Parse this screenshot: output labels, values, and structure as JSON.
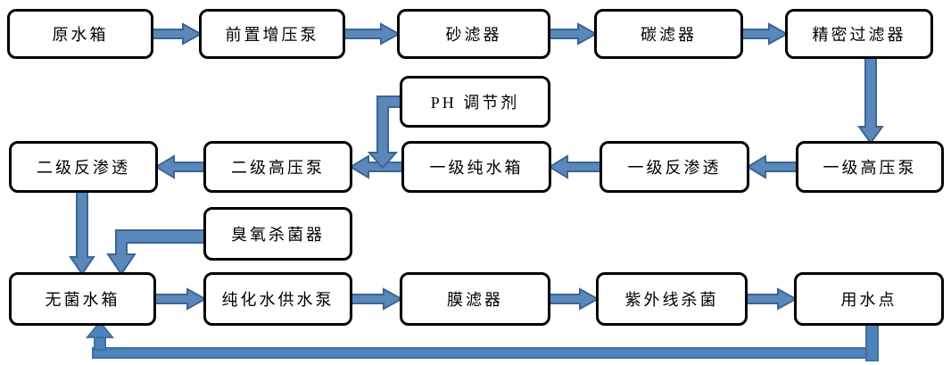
{
  "diagram": {
    "type": "flowchart",
    "nodes": [
      {
        "id": "raw-water-tank",
        "label": "原水箱"
      },
      {
        "id": "pre-booster-pump",
        "label": "前置增压泵"
      },
      {
        "id": "sand-filter",
        "label": "砂滤器"
      },
      {
        "id": "carbon-filter",
        "label": "碳滤器"
      },
      {
        "id": "precision-filter",
        "label": "精密过滤器"
      },
      {
        "id": "ph-adjuster",
        "label": "PH 调节剂"
      },
      {
        "id": "stage2-ro",
        "label": "二级反渗透"
      },
      {
        "id": "stage2-hp-pump",
        "label": "二级高压泵"
      },
      {
        "id": "stage1-pure-tank",
        "label": "一级纯水箱"
      },
      {
        "id": "stage1-ro",
        "label": "一级反渗透"
      },
      {
        "id": "stage1-hp-pump",
        "label": "一级高压泵"
      },
      {
        "id": "ozone-sterilizer",
        "label": "臭氧杀菌器"
      },
      {
        "id": "sterile-water-tank",
        "label": "无菌水箱"
      },
      {
        "id": "purified-water-pump",
        "label": "纯化水供水泵"
      },
      {
        "id": "membrane-filter",
        "label": "膜滤器"
      },
      {
        "id": "uv-sterilizer",
        "label": "紫外线杀菌"
      },
      {
        "id": "use-point",
        "label": "用水点"
      }
    ],
    "edges": [
      {
        "from": "raw-water-tank",
        "to": "pre-booster-pump"
      },
      {
        "from": "pre-booster-pump",
        "to": "sand-filter"
      },
      {
        "from": "sand-filter",
        "to": "carbon-filter"
      },
      {
        "from": "carbon-filter",
        "to": "precision-filter"
      },
      {
        "from": "precision-filter",
        "to": "stage1-hp-pump"
      },
      {
        "from": "stage1-hp-pump",
        "to": "stage1-ro"
      },
      {
        "from": "stage1-ro",
        "to": "stage1-pure-tank"
      },
      {
        "from": "stage1-pure-tank",
        "to": "stage2-hp-pump"
      },
      {
        "from": "ph-adjuster",
        "to": "stage2-hp-pump"
      },
      {
        "from": "stage2-hp-pump",
        "to": "stage2-ro"
      },
      {
        "from": "stage2-ro",
        "to": "sterile-water-tank"
      },
      {
        "from": "ozone-sterilizer",
        "to": "sterile-water-tank"
      },
      {
        "from": "sterile-water-tank",
        "to": "purified-water-pump"
      },
      {
        "from": "purified-water-pump",
        "to": "membrane-filter"
      },
      {
        "from": "membrane-filter",
        "to": "uv-sterilizer"
      },
      {
        "from": "uv-sterilizer",
        "to": "use-point"
      },
      {
        "from": "use-point",
        "to": "sterile-water-tank"
      }
    ],
    "colors": {
      "arrow_fill": "#5b87bb",
      "arrow_border": "#3a6596",
      "return_pipe_fill": "#4f81bd",
      "return_pipe_border": "#41719c",
      "box_border": "#000000",
      "box_fill": "#ffffff"
    }
  }
}
